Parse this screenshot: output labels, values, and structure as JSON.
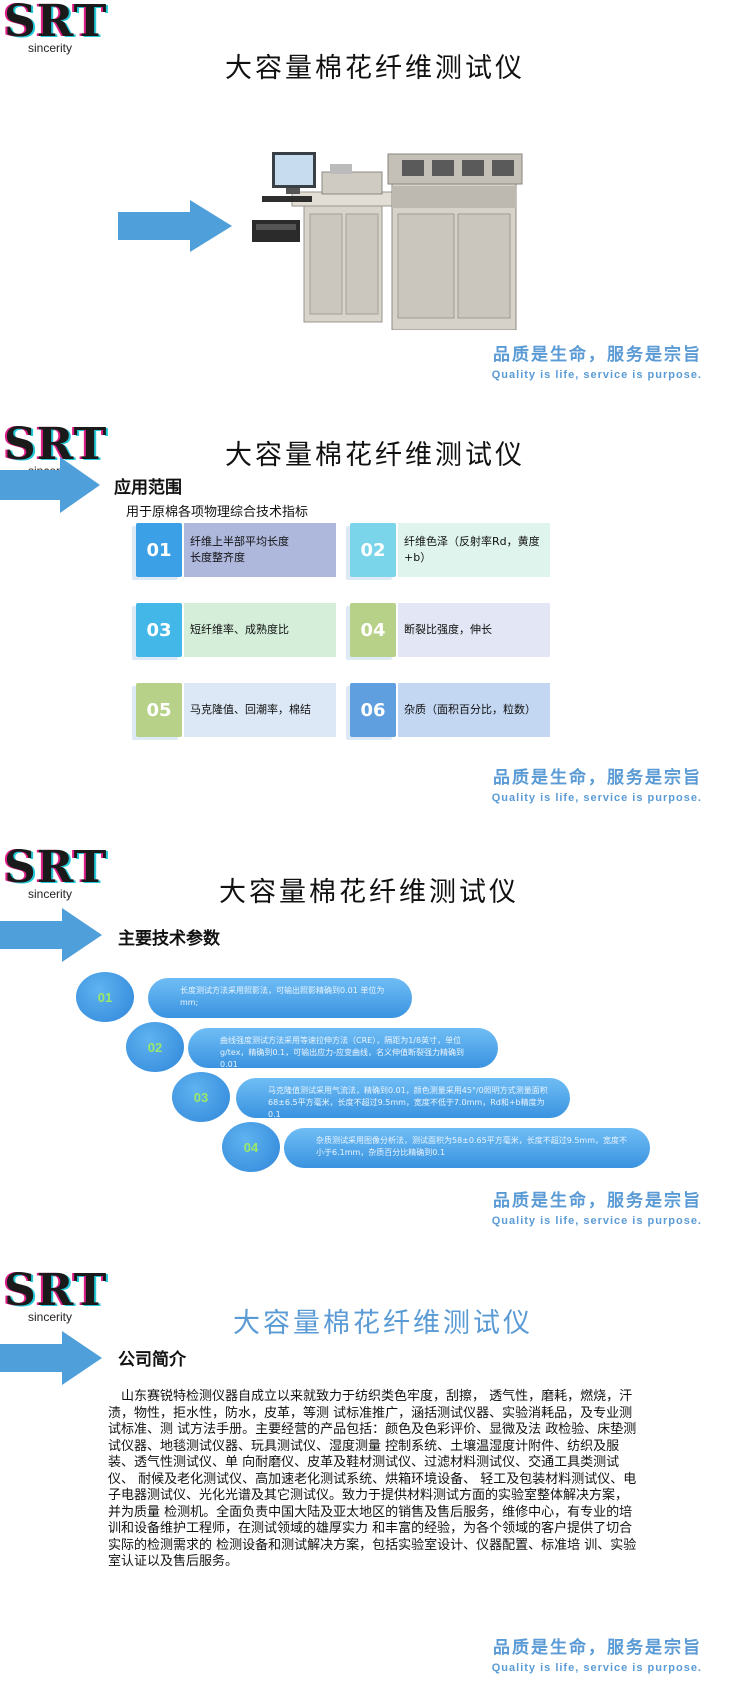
{
  "brand": {
    "mark": "SRT",
    "sub": "sincerity"
  },
  "title": "大容量棉花纤维测试仪",
  "slogan": {
    "cn": "品质是生命，服务是宗旨",
    "en": "Quality is life, service is purpose."
  },
  "colors": {
    "accent": "#5b9bd5",
    "arrow": "#4f9fda",
    "pill": "#3a93e0",
    "pill_number": "#9be86a"
  },
  "applications": {
    "heading": "应用范围",
    "intro": "用于原棉各项物理综合技术指标",
    "cards": [
      {
        "num": "01",
        "text": "纤维上半部平均长度\n长度整齐度",
        "num_color": "#3ba0e6",
        "bg": "#aeb8dc"
      },
      {
        "num": "02",
        "text": "纤维色泽（反射率Rd，黄度+b）",
        "num_color": "#7ad4ea",
        "bg": "#def4ec"
      },
      {
        "num": "03",
        "text": "短纤维率、成熟度比",
        "num_color": "#43b8e8",
        "bg": "#d4eed9"
      },
      {
        "num": "04",
        "text": "断裂比强度，伸长",
        "num_color": "#b7d188",
        "bg": "#e3e6f4"
      },
      {
        "num": "05",
        "text": "马克隆值、回潮率，棉结",
        "num_color": "#b7d188",
        "bg": "#dce8f6"
      },
      {
        "num": "06",
        "text": "杂质（面积百分比，粒数）",
        "num_color": "#5f9fe0",
        "bg": "#c3d6f2"
      }
    ]
  },
  "specs": {
    "heading": "主要技术参数",
    "items": [
      {
        "num": "01",
        "text": "长度测试方法采用照影法，可输出照影精确到0.01 单位为mm;"
      },
      {
        "num": "02",
        "text": "曲线强度测试方法采用等速拉伸方法（CRE），隔距为1/8英寸，单位g/tex，精确到0.1，可输出应力-应变曲线，名义伸值断裂强力精确到0.01"
      },
      {
        "num": "03",
        "text": "马克隆值测试采用气流法，精确到0.01，颜色测量采用45°/0照明方式测量面积68±6.5平方毫米，长度不超过9.5mm，宽度不低于7.0mm，Rd和+b精度为0.1"
      },
      {
        "num": "04",
        "text": "杂质测试采用图像分析法，测试面积为58±0.65平方毫米，长度不超过9.5mm，宽度不小于6.1mm，杂质百分比精确到0.1"
      }
    ]
  },
  "company": {
    "heading": "公司简介",
    "paragraphs": [
      "山东赛锐特检测仪器自成立以来就致力于纺织类色牢度，刮擦， 透气性，磨耗，燃烧，汗渍，物性，拒水性，防水，皮革，等测 试标准推广，涵括测试仪器、实验消耗品，及专业测试标准、测 试方法手册。主要经营的产品包括：颜色及色彩评价、显微及法 政检验、床垫测试仪器、地毯测试仪器、玩具测试仪、湿度测量 控制系统、土壤温湿度计附件、纺织及服装、透气性测试仪、单 向耐磨仪、皮革及鞋材测试仪、过滤材料测试仪、交通工具类测试仪、 耐候及老化测试仪、高加速老化测试系统、烘箱环境设备、 轻工及包装材料测试仪、电子电器测试仪、光化光谱及其它测试仪。致力于提供材料测试方面的实验室整体解决方案，并为质量 检测机。全面负责中国大陆及亚太地区的销售及售后服务，维修中心，有专业的培训和设备维护工程师，在测试领域的雄厚实力 和丰富的经验，为各个领域的客户提供了切合实际的检测需求的 检测设备和测试解决方案，包括实验室设计、仪器配置、标准培 训、实验室认证以及售后服务。"
    ]
  }
}
